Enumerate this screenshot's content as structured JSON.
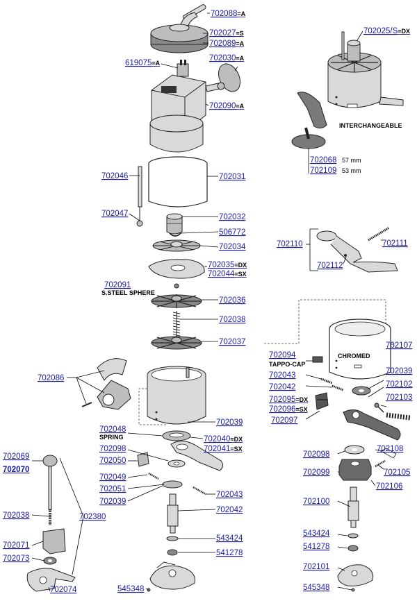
{
  "parts": [
    {
      "id": "p702088",
      "number": "702088",
      "suffix": "=A"
    },
    {
      "id": "p702027",
      "number": "702027",
      "suffix": "=S"
    },
    {
      "id": "p702089",
      "number": "702089",
      "suffix": "=A"
    },
    {
      "id": "p619075",
      "number": "619075",
      "suffix": "=A"
    },
    {
      "id": "p702030",
      "number": "702030",
      "suffix": "=A"
    },
    {
      "id": "p702090",
      "number": "702090",
      "suffix": "=A"
    },
    {
      "id": "p702046",
      "number": "702046",
      "suffix": ""
    },
    {
      "id": "p702031",
      "number": "702031",
      "suffix": ""
    },
    {
      "id": "p702047",
      "number": "702047",
      "suffix": ""
    },
    {
      "id": "p702032",
      "number": "702032",
      "suffix": ""
    },
    {
      "id": "p506772",
      "number": "506772",
      "suffix": ""
    },
    {
      "id": "p702034",
      "number": "702034",
      "suffix": ""
    },
    {
      "id": "p702035",
      "number": "702035",
      "suffix": "=DX"
    },
    {
      "id": "p702044",
      "number": "702044",
      "suffix": "=SX"
    },
    {
      "id": "p702091",
      "number": "702091",
      "suffix": ""
    },
    {
      "id": "p702036",
      "number": "702036",
      "suffix": ""
    },
    {
      "id": "p702038a",
      "number": "702038",
      "suffix": ""
    },
    {
      "id": "p702037",
      "number": "702037",
      "suffix": ""
    },
    {
      "id": "p702086",
      "number": "702086",
      "suffix": ""
    },
    {
      "id": "p702039a",
      "number": "702039",
      "suffix": ""
    },
    {
      "id": "p702048",
      "number": "702048",
      "suffix": ""
    },
    {
      "id": "p702040",
      "number": "702040",
      "suffix": "=DX"
    },
    {
      "id": "p702041",
      "number": "702041",
      "suffix": "=SX"
    },
    {
      "id": "p702098a",
      "number": "702098",
      "suffix": ""
    },
    {
      "id": "p702050",
      "number": "702050",
      "suffix": ""
    },
    {
      "id": "p702049",
      "number": "702049",
      "suffix": ""
    },
    {
      "id": "p702051",
      "number": "702051",
      "suffix": ""
    },
    {
      "id": "p702043a",
      "number": "702043",
      "suffix": ""
    },
    {
      "id": "p702039b",
      "number": "702039",
      "suffix": ""
    },
    {
      "id": "p702042a",
      "number": "702042",
      "suffix": ""
    },
    {
      "id": "p543424a",
      "number": "543424",
      "suffix": ""
    },
    {
      "id": "p541278a",
      "number": "541278",
      "suffix": ""
    },
    {
      "id": "p545348a",
      "number": "545348",
      "suffix": ""
    },
    {
      "id": "p702069",
      "number": "702069",
      "suffix": ""
    },
    {
      "id": "p702070",
      "number": "702070",
      "suffix": ""
    },
    {
      "id": "p702038b",
      "number": "702038",
      "suffix": ""
    },
    {
      "id": "p702380",
      "number": "702380",
      "suffix": ""
    },
    {
      "id": "p702071",
      "number": "702071",
      "suffix": ""
    },
    {
      "id": "p702073",
      "number": "702073",
      "suffix": ""
    },
    {
      "id": "p702074",
      "number": "702074",
      "suffix": ""
    },
    {
      "id": "p702025",
      "number": "702025/S",
      "suffix": "=DX"
    },
    {
      "id": "p702068",
      "number": "702068",
      "suffix": ""
    },
    {
      "id": "p702109",
      "number": "702109",
      "suffix": ""
    },
    {
      "id": "p702110",
      "number": "702110",
      "suffix": ""
    },
    {
      "id": "p702111",
      "number": "702111",
      "suffix": ""
    },
    {
      "id": "p702112",
      "number": "702112",
      "suffix": ""
    },
    {
      "id": "p702094",
      "number": "702094",
      "suffix": ""
    },
    {
      "id": "p702107",
      "number": "702107",
      "suffix": ""
    },
    {
      "id": "p702043b",
      "number": "702043",
      "suffix": ""
    },
    {
      "id": "p702039c",
      "number": "702039",
      "suffix": ""
    },
    {
      "id": "p702042b",
      "number": "702042",
      "suffix": ""
    },
    {
      "id": "p702102",
      "number": "702102",
      "suffix": ""
    },
    {
      "id": "p702095",
      "number": "702095",
      "suffix": "=DX"
    },
    {
      "id": "p702103",
      "number": "702103",
      "suffix": ""
    },
    {
      "id": "p702096",
      "number": "702096",
      "suffix": "=SX"
    },
    {
      "id": "p702097",
      "number": "702097",
      "suffix": ""
    },
    {
      "id": "p702098b",
      "number": "702098",
      "suffix": ""
    },
    {
      "id": "p702108",
      "number": "702108",
      "suffix": ""
    },
    {
      "id": "p702099",
      "number": "702099",
      "suffix": ""
    },
    {
      "id": "p702105",
      "number": "702105",
      "suffix": ""
    },
    {
      "id": "p702106",
      "number": "702106",
      "suffix": ""
    },
    {
      "id": "p702100",
      "number": "702100",
      "suffix": ""
    },
    {
      "id": "p543424b",
      "number": "543424",
      "suffix": ""
    },
    {
      "id": "p541278b",
      "number": "541278",
      "suffix": ""
    },
    {
      "id": "p702101",
      "number": "702101",
      "suffix": ""
    },
    {
      "id": "p545348b",
      "number": "545348",
      "suffix": ""
    }
  ],
  "notes": {
    "interchangeable": "INTERCHANGEABLE",
    "size_57": "57 mm",
    "size_53": "53 mm",
    "steel_sphere": "S.STEEL SPHERE",
    "tappo_cap": "TAPPO-CAP",
    "chromed": "CHROMED",
    "spring": "SPRING"
  },
  "colors": {
    "link": "#1a1aa6",
    "dark_part": "#8a8a8a"
  }
}
